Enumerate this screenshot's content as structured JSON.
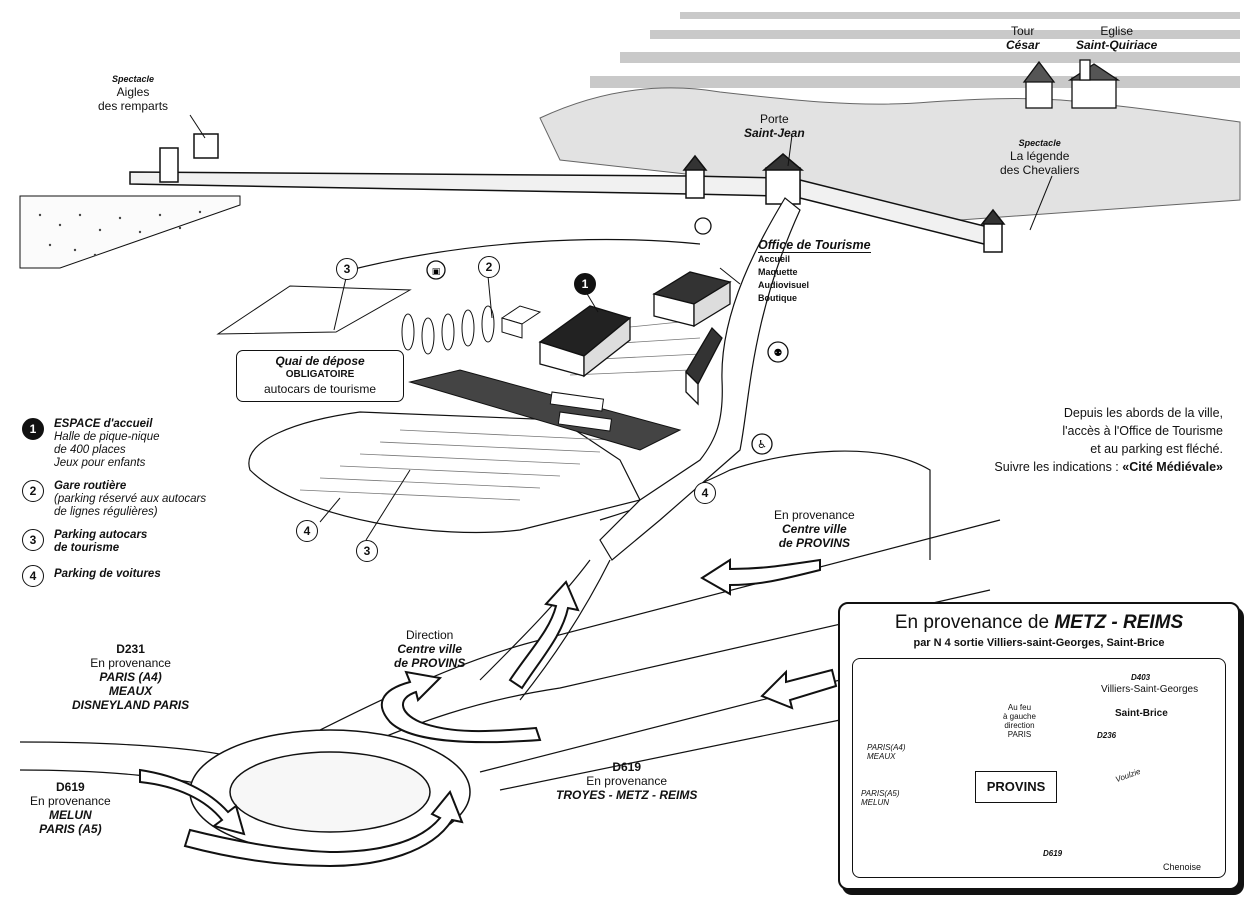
{
  "landmarks": {
    "tour_line1": "Tour",
    "tour_line2": "César",
    "eglise_line1": "Eglise",
    "eglise_line2": "Saint-Quiriace",
    "aigles_line1": "Spectacle",
    "aigles_line2": "Aigles",
    "aigles_line3": "des remparts",
    "porte_line1": "Porte",
    "porte_line2": "Saint-Jean",
    "chevaliers_line1": "Spectacle",
    "chevaliers_line2": "La légende",
    "chevaliers_line3": "des Chevaliers"
  },
  "office": {
    "title": "Office de Tourisme",
    "items": [
      "Accueil",
      "Maquette",
      "Audiovisuel",
      "Boutique"
    ]
  },
  "quai": {
    "line1": "Quai de dépose",
    "line2": "OBLIGATOIRE",
    "line3": "autocars de tourisme"
  },
  "markers": {
    "m1": "1",
    "m2": "2",
    "m3": "3",
    "m4": "4"
  },
  "legend": [
    {
      "num": "1",
      "title": "ESPACE d'accueil",
      "lines": [
        "Halle de pique-nique",
        "de 400 places",
        "Jeux pour enfants"
      ]
    },
    {
      "num": "2",
      "title": "Gare routière",
      "lines": [
        "(parking réservé aux autocars",
        "de lignes régulières)"
      ]
    },
    {
      "num": "3",
      "title": "Parking autocars",
      "lines": [
        "de tourisme"
      ]
    },
    {
      "num": "4",
      "title": "Parking de voitures",
      "lines": []
    }
  ],
  "info": {
    "line1": "Depuis les abords de la ville,",
    "line2": "l'accès à l'Office de Tourisme",
    "line3": "et au parking est fléché.",
    "line4_prefix": "Suivre les indications : ",
    "line4_bold": "«Cité Médiévale»"
  },
  "roads": {
    "cv_right_1": "En provenance",
    "cv_right_2": "Centre ville",
    "cv_right_3": "de PROVINS",
    "dir_1": "Direction",
    "dir_2": "Centre ville",
    "dir_3": "de PROVINS",
    "d231_1": "D231",
    "d231_2": "En provenance",
    "d231_3": "PARIS (A4)",
    "d231_4": "MEAUX",
    "d231_5": "DISNEYLAND PARIS",
    "d619w_1": "D619",
    "d619w_2": "En provenance",
    "d619w_3": "MELUN",
    "d619w_4": "PARIS (A5)",
    "d619s_1": "D619",
    "d619s_2": "En provenance",
    "d619s_3": "TROYES - METZ - REIMS"
  },
  "inset": {
    "title_prefix": "En provenance de ",
    "title_bold": "METZ - REIMS",
    "subtitle": "par N 4 sortie Villiers-saint-Georges, Saint-Brice",
    "d403": "D403",
    "villiers": "Villiers-Saint-Georges",
    "saint_brice": "Saint-Brice",
    "d236": "D236",
    "feu_1": "Au feu",
    "feu_2": "à gauche",
    "feu_3": "direction",
    "feu_4": "PARIS",
    "paris_a4_1": "PARIS(A4)",
    "paris_a4_2": "MEAUX",
    "paris_a5_1": "PARIS(A5)",
    "paris_a5_2": "MELUN",
    "provins": "PROVINS",
    "d619": "D619",
    "chenoise": "Chenoise",
    "river": "Voulzie"
  },
  "colors": {
    "ink": "#111111",
    "paper": "#ffffff",
    "shade": "#cfcfcf"
  }
}
